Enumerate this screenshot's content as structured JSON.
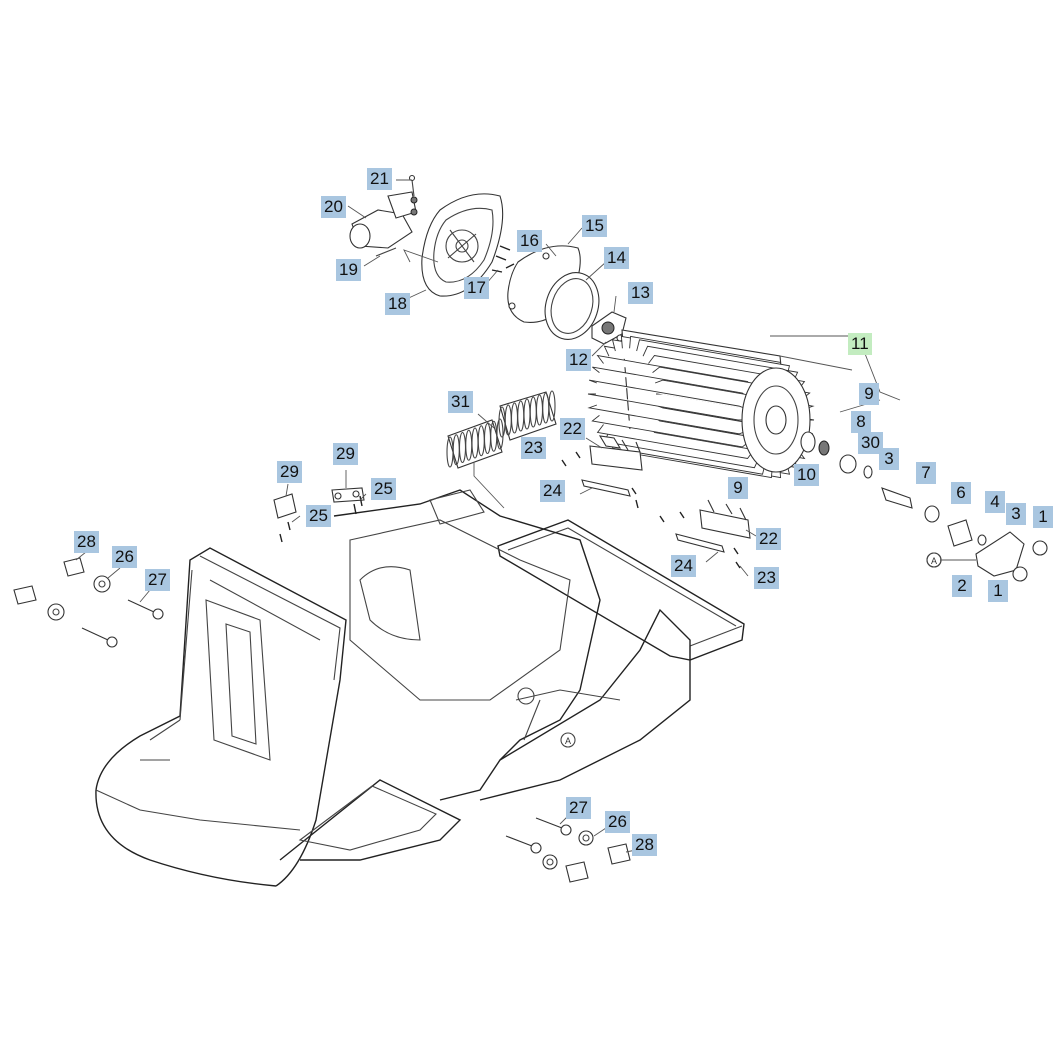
{
  "diagram": {
    "callouts": [
      {
        "id": "c21",
        "label": "21"
      },
      {
        "id": "c20",
        "label": "20"
      },
      {
        "id": "c19",
        "label": "19"
      },
      {
        "id": "c18",
        "label": "18"
      },
      {
        "id": "c17",
        "label": "17"
      },
      {
        "id": "c16",
        "label": "16"
      },
      {
        "id": "c15",
        "label": "15"
      },
      {
        "id": "c14",
        "label": "14"
      },
      {
        "id": "c13",
        "label": "13"
      },
      {
        "id": "c12",
        "label": "12"
      },
      {
        "id": "c11",
        "label": "11"
      },
      {
        "id": "c9a",
        "label": "9"
      },
      {
        "id": "c8",
        "label": "8"
      },
      {
        "id": "c30",
        "label": "30"
      },
      {
        "id": "c3a",
        "label": "3"
      },
      {
        "id": "c10",
        "label": "10"
      },
      {
        "id": "c9b",
        "label": "9"
      },
      {
        "id": "c7",
        "label": "7"
      },
      {
        "id": "c6",
        "label": "6"
      },
      {
        "id": "c4",
        "label": "4"
      },
      {
        "id": "c3b",
        "label": "3"
      },
      {
        "id": "c1a",
        "label": "1"
      },
      {
        "id": "c2",
        "label": "2"
      },
      {
        "id": "c1b",
        "label": "1"
      },
      {
        "id": "c31",
        "label": "31"
      },
      {
        "id": "c22a",
        "label": "22"
      },
      {
        "id": "c23a",
        "label": "23"
      },
      {
        "id": "c24a",
        "label": "24"
      },
      {
        "id": "c22b",
        "label": "22"
      },
      {
        "id": "c24b",
        "label": "24"
      },
      {
        "id": "c23b",
        "label": "23"
      },
      {
        "id": "c29a",
        "label": "29"
      },
      {
        "id": "c29b",
        "label": "29"
      },
      {
        "id": "c25a",
        "label": "25"
      },
      {
        "id": "c25b",
        "label": "25"
      },
      {
        "id": "c28a",
        "label": "28"
      },
      {
        "id": "c26a",
        "label": "26"
      },
      {
        "id": "c27a",
        "label": "27"
      },
      {
        "id": "c27b",
        "label": "27"
      },
      {
        "id": "c26b",
        "label": "26"
      },
      {
        "id": "c28b",
        "label": "28"
      }
    ],
    "reference_markers": [
      "A",
      "A",
      "A"
    ],
    "colors": {
      "callout": "#a9c6e0",
      "callout_highlight": "#c3ecc0",
      "line": "#444444"
    }
  }
}
